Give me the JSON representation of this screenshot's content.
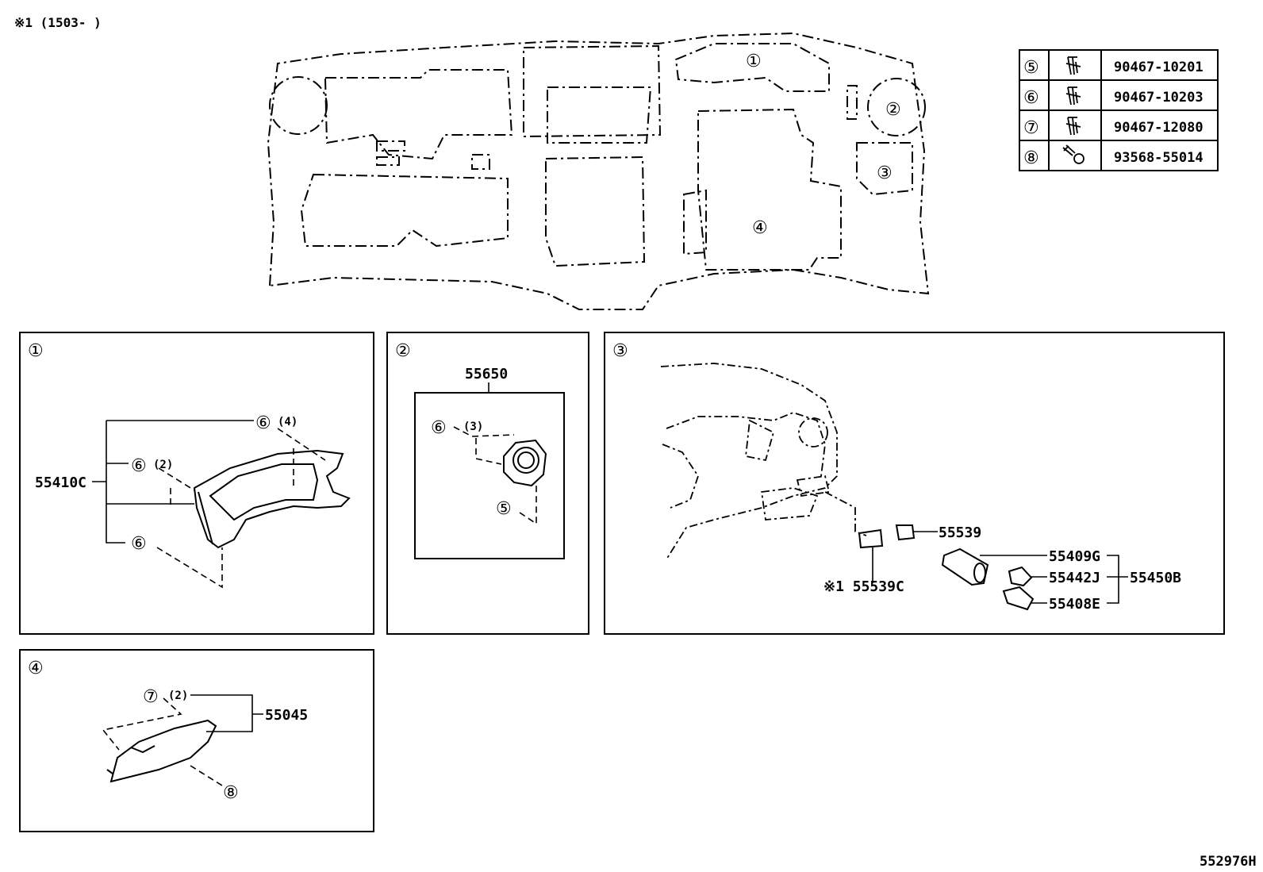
{
  "header": {
    "note": "※1 (1503-     )"
  },
  "footer": {
    "drawing_id": "552976H"
  },
  "overview": {
    "callouts": [
      {
        "id": "1",
        "glyph": "①"
      },
      {
        "id": "2",
        "glyph": "②"
      },
      {
        "id": "3",
        "glyph": "③"
      },
      {
        "id": "4",
        "glyph": "④"
      }
    ]
  },
  "legend": {
    "rows": [
      {
        "glyph": "⑤",
        "part": "90467-10201",
        "icon": "clip-icon"
      },
      {
        "glyph": "⑥",
        "part": "90467-10203",
        "icon": "clip-icon"
      },
      {
        "glyph": "⑦",
        "part": "90467-12080",
        "icon": "clip-icon"
      },
      {
        "glyph": "⑧",
        "part": "93568-55014",
        "icon": "screw-icon"
      }
    ]
  },
  "panels": {
    "p1": {
      "glyph": "①",
      "part": "55410C",
      "refs": [
        {
          "glyph": "⑥",
          "qty": "(4)"
        },
        {
          "glyph": "⑥",
          "qty": "(2)"
        },
        {
          "glyph": "⑥",
          "qty": ""
        }
      ]
    },
    "p2": {
      "glyph": "②",
      "part": "55650",
      "refs": [
        {
          "glyph": "⑥",
          "qty": "(3)"
        },
        {
          "glyph": "⑤",
          "qty": ""
        }
      ]
    },
    "p3": {
      "glyph": "③",
      "parts": {
        "a": "55539",
        "b": "※1 55539C",
        "c": "55409G",
        "d": "55442J",
        "e": "55408E",
        "assy": "55450B"
      }
    },
    "p4": {
      "glyph": "④",
      "part": "55045",
      "refs": [
        {
          "glyph": "⑦",
          "qty": "(2)"
        },
        {
          "glyph": "⑧",
          "qty": ""
        }
      ]
    }
  }
}
